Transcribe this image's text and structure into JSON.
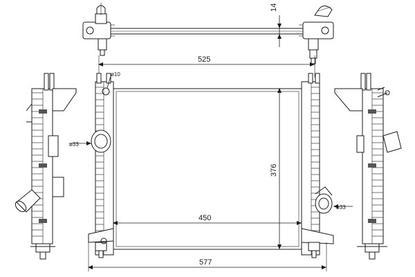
{
  "dimensions": {
    "width_total": "577",
    "width_core": "450",
    "width_top": "525",
    "height_core": "376",
    "bar_thickness": "14",
    "inlet_diameter_left": "ø33",
    "inlet_diameter_right": "ø33",
    "fitting_diameter": "ø10"
  }
}
